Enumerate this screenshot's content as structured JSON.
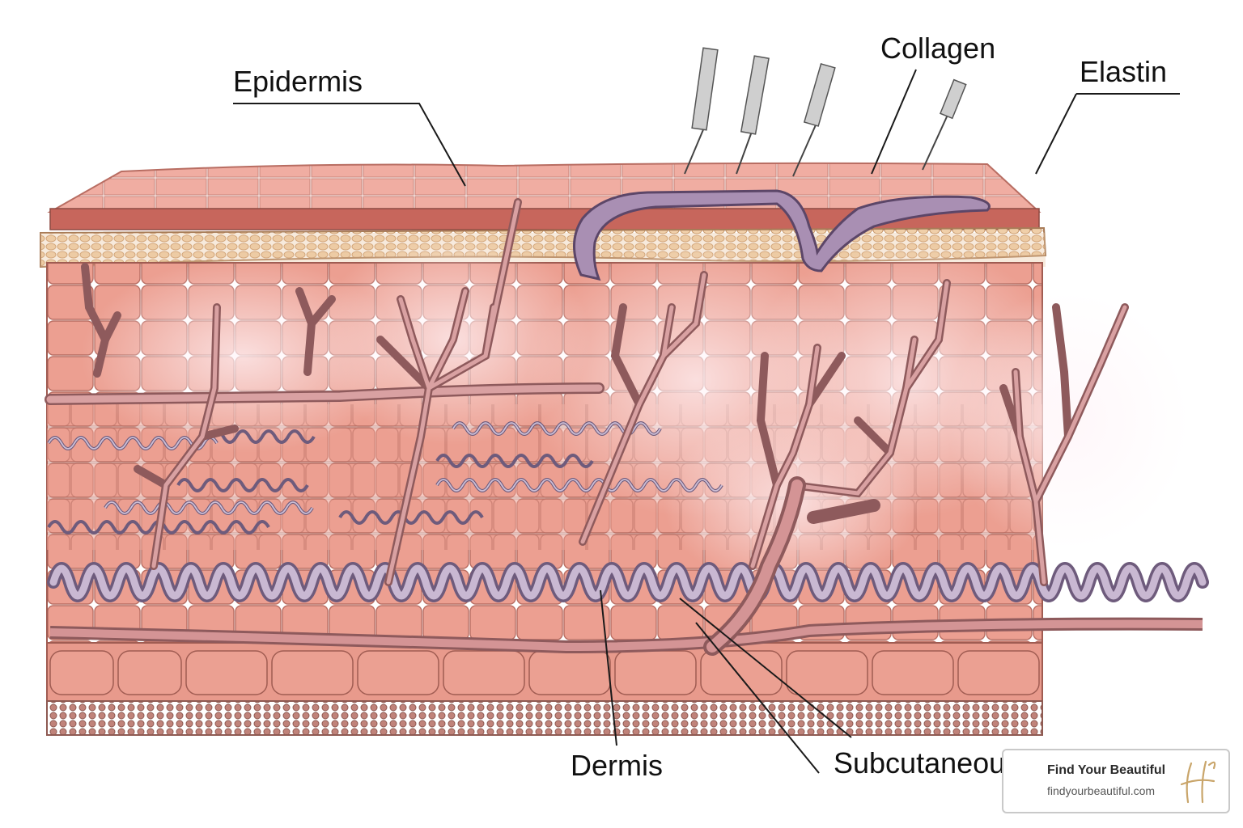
{
  "labels": {
    "epidermis": "Epidermis",
    "collagen": "Collagen",
    "elastin": "Elastin",
    "dermis": "Dermis",
    "subcutaneous": "Subcutaneous"
  },
  "badge": {
    "title": "Find Your Beautiful",
    "url": "findyourbeautiful.com",
    "logo_icon": "script-h-monogram"
  },
  "colors": {
    "skin": "#e8a394",
    "skin_light": "#f2c0b3",
    "cell_line": "#b86d62",
    "elastin_fiber": "#9c8aa6",
    "elastin_fill": "#c9b8d2",
    "vessel": "#c98a8c",
    "top_band": "#c7665c",
    "granular": "#e9c39c",
    "fat": "#b87a6f",
    "logo_gold": "#c9a56a"
  }
}
